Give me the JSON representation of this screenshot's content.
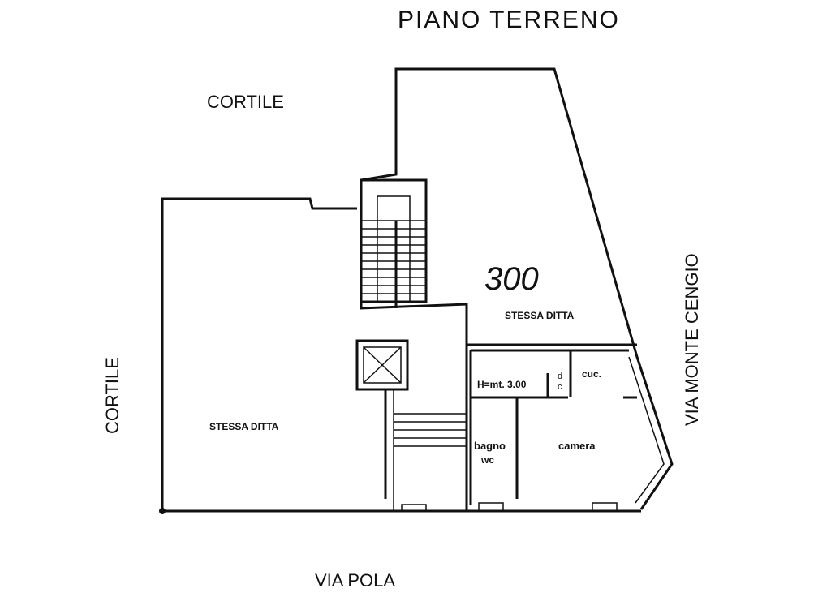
{
  "title": "PIANO TERRENO",
  "labels": {
    "cortile_top": "CORTILE",
    "cortile_left": "CORTILE",
    "street_right": "VIA MONTE CENGIO",
    "street_bottom": "VIA POLA",
    "area_number": "300",
    "stessa_ditta_left": "STESSA DITTA",
    "stessa_ditta_right": "STESSA DITTA",
    "height": "H=mt. 3.00",
    "closet": "d",
    "closet2": "c",
    "kitchen": "cuc.",
    "bath": "bagno",
    "bath2": "wc",
    "bedroom": "camera"
  }
}
